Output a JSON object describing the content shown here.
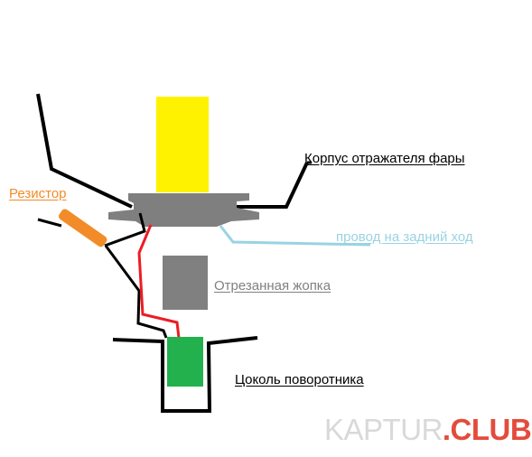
{
  "labels": {
    "reflector_housing": "Корпус отражателя фары",
    "resistor": "Резистор",
    "reverse_wire": "провод на задний ход",
    "cut_socket": "Отрезанная жопка",
    "turn_signal_base": "Цоколь поворотника"
  },
  "colors": {
    "reflector_housing": "#000000",
    "resistor": "#f28c28",
    "reverse_wire": "#9ad3e2",
    "cut_socket": "#808080",
    "turn_signal_base": "#000000",
    "bulb": "#fff200",
    "mount": "#7f7f7f",
    "red_wire": "#ed1c24",
    "socket_base": "#22b14c"
  },
  "watermark": {
    "part1": "KAPTUR",
    "part2": ".CLUB"
  }
}
